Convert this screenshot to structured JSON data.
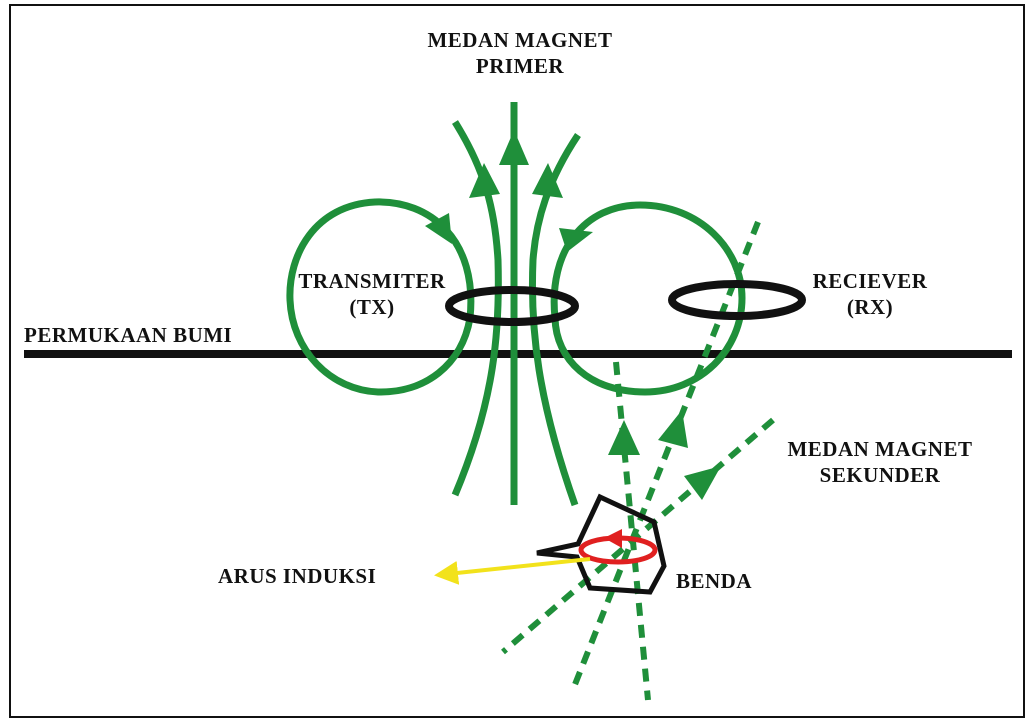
{
  "labels": {
    "primary_field_line1": "MEDAN MAGNET",
    "primary_field_line2": "PRIMER",
    "transmitter_line1": "TRANSMITER",
    "transmitter_line2": "(TX)",
    "receiver_line1": "RECIEVER",
    "receiver_line2": "(RX)",
    "earth_surface": "PERMUKAAN BUMI",
    "secondary_field_line1": "MEDAN MAGNET",
    "secondary_field_line2": "SEKUNDER",
    "induced_current": "ARUS INDUKSI",
    "object": "BENDA"
  },
  "colors": {
    "field_green": "#1f8f3a",
    "ground_black": "#111111",
    "current_red": "#e02020",
    "arrow_yellow": "#f2e21b"
  }
}
